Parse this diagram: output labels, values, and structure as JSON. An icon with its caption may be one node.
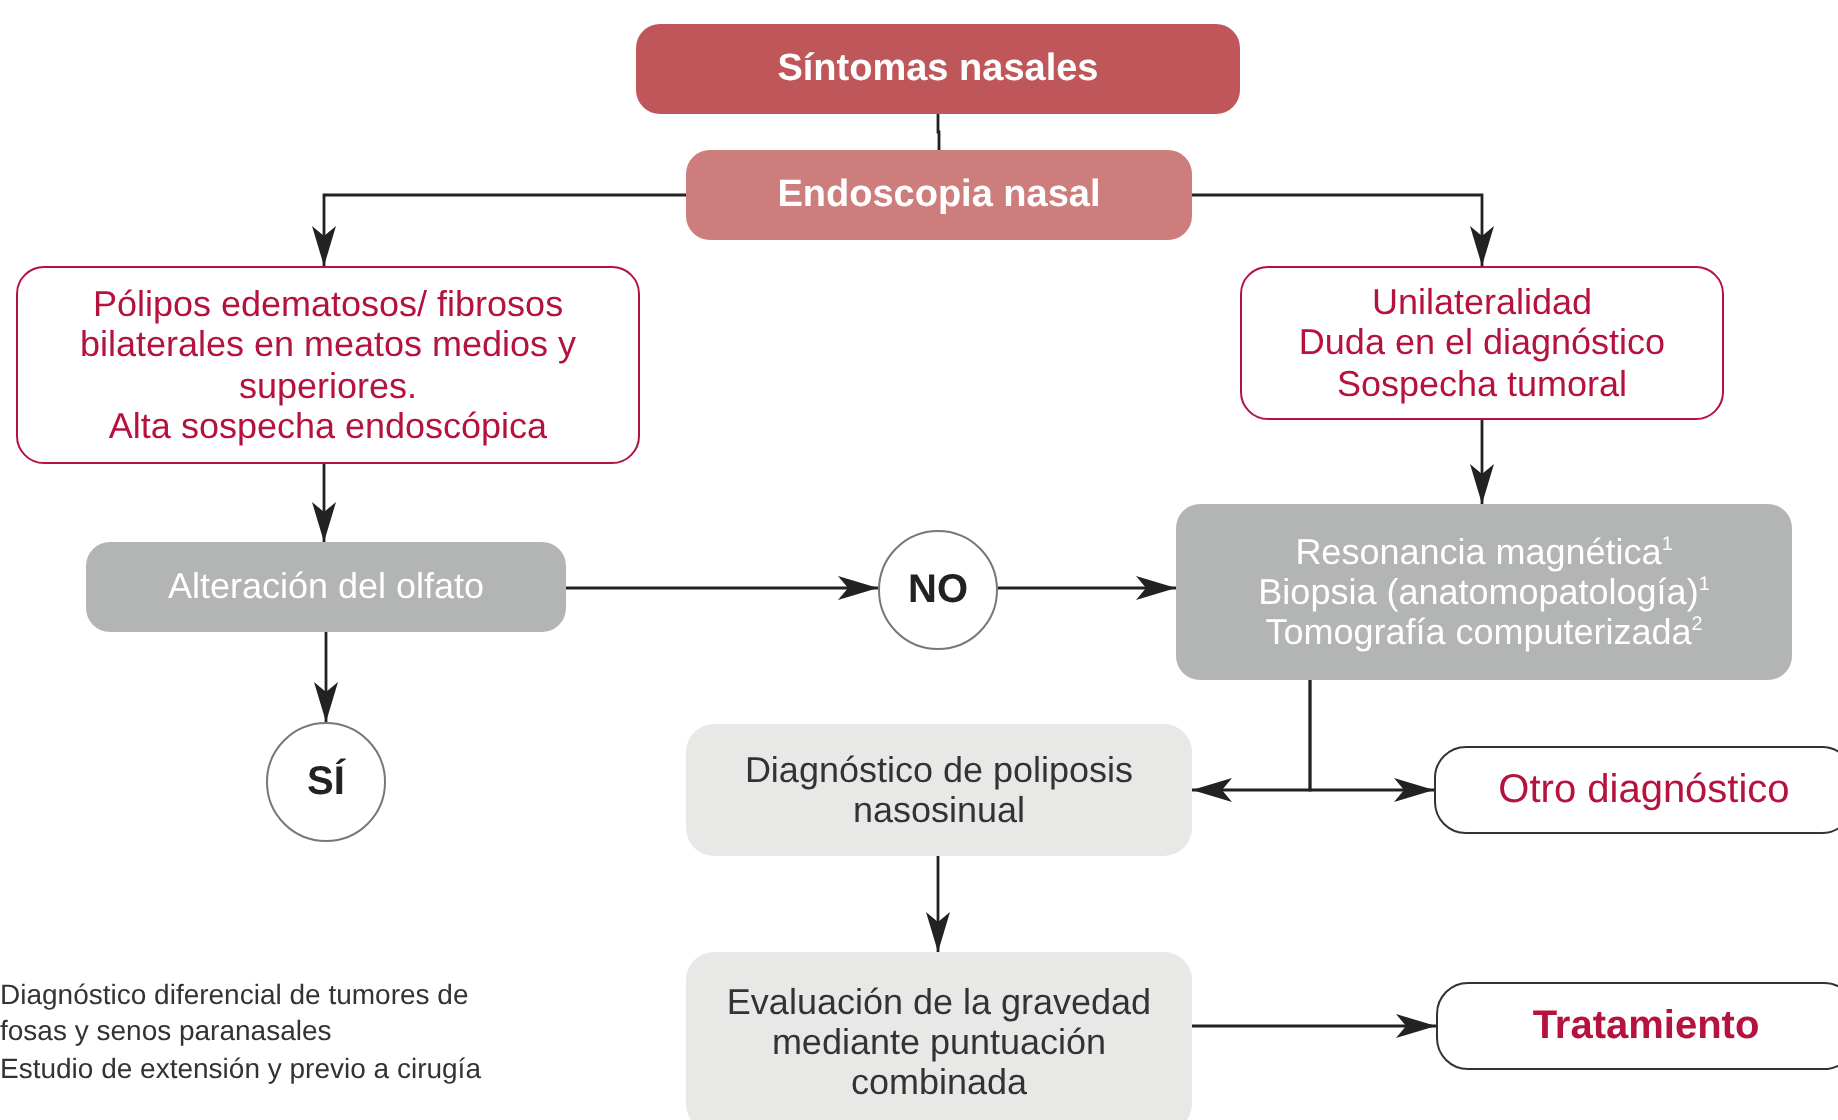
{
  "diagram": {
    "nodes": [
      {
        "text": [
          "Síntomas nasales"
        ]
      },
      {
        "text": [
          "Endoscopia nasal"
        ]
      },
      {
        "text": [
          "Pólipos edematosos/ fibrosos bilaterales en meatos medios y superiores.",
          "Alta sospecha endoscópica"
        ]
      },
      {
        "text": [
          "Unilateralidad",
          "Duda en el diagnóstico",
          "Sospecha tumoral"
        ]
      },
      {
        "text": [
          "Alteración del olfato"
        ]
      },
      {
        "text": [
          "NO"
        ]
      },
      {
        "text": [
          "Resonancia magnética$^{1}$",
          "Biopsia (anatomopatología)$^{1}$",
          "Tomografía computerizada$^{2}$"
        ]
      },
      {
        "text": [
          "SÍ"
        ]
      },
      {
        "text": [
          "Diagnóstico de poliposis nasosinual"
        ]
      },
      {
        "text": [
          "Otro diagnóstico"
        ]
      },
      {
        "text": [
          "Evaluación de la gravedad mediante puntuación combinada"
        ]
      },
      {
        "text": [
          "Tratamiento"
        ]
      }
    ],
    "edges": [
      {
        "from": 0,
        "to": 1,
        "arrow": "none"
      },
      {
        "from": 1,
        "to": 2,
        "arrow": "to"
      },
      {
        "from": 1,
        "to": 3,
        "arrow": "to"
      },
      {
        "from": 2,
        "to": 4,
        "arrow": "to"
      },
      {
        "from": 3,
        "to": 6,
        "arrow": "to"
      },
      {
        "from": 4,
        "to": 5,
        "arrow": "to"
      },
      {
        "from": 5,
        "to": 6,
        "arrow": "to"
      },
      {
        "from": 4,
        "to": 7,
        "arrow": "to"
      },
      {
        "from": 6,
        "to": 8,
        "arrow": "to"
      },
      {
        "from": 6,
        "to": 9,
        "arrow": "to"
      },
      {
        "from": 8,
        "to": 10,
        "arrow": "to"
      },
      {
        "from": 10,
        "to": 11,
        "arrow": "to"
      }
    ],
    "labels": [
      "Diagnóstico diferencial de tumores de fosas y senos paranasales",
      "Estudio de extensión y previo a cirugía"
    ]
  }
}
